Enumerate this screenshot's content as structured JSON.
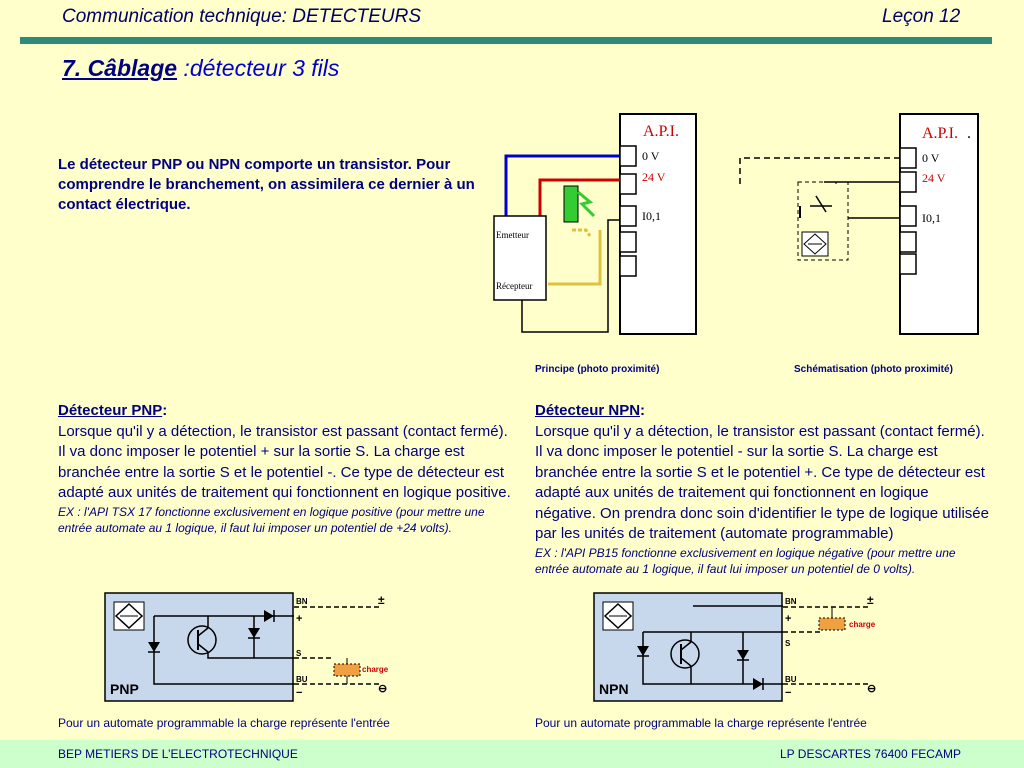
{
  "header": {
    "title": "Communication technique: DETECTEURS",
    "lesson": "Leçon 12"
  },
  "section": {
    "title_strong": "7. Câblage",
    "title_rest": " :détecteur 3 fils"
  },
  "intro": {
    "text": "Le détecteur PNP ou NPN comporte un transistor. Pour comprendre le branchement, on assimilera ce dernier à un contact électrique."
  },
  "api_diagram": {
    "api_label": "A.P.I.",
    "api_label_dot": ".",
    "terminals": [
      "0 V",
      "24 V",
      "I0,1"
    ],
    "emetteur": "Emetteur",
    "recepteur": "Récepteur",
    "caption_principe": "Principe (photo proximité)",
    "caption_schema": "Schématisation (photo proximité)",
    "colors": {
      "blue_wire": "#0000cc",
      "red_wire": "#cc0000",
      "yellow_wire": "#e0c040",
      "green_beam": "#33cc33",
      "api_text": "#cc0000"
    }
  },
  "pnp": {
    "heading": "Détecteur PNP",
    "colon": ":",
    "body": "Lorsque qu'il y a détection, le transistor est passant (contact fermé). Il va donc imposer le potentiel + sur la sortie S. La charge est branchée entre la sortie S et le potentiel -. Ce type de détecteur est adapté aux unités de traitement qui fonctionnent en logique positive.",
    "example": "EX : l'API TSX 17 fonctionne exclusivement en logique positive (pour mettre une entrée automate au 1 logique, il faut lui imposer un potentiel de +24 volts).",
    "diagram": {
      "type_label": "PNP",
      "labels": {
        "bn": "BN",
        "plus": "+",
        "s": "S",
        "bu": "BU",
        "minus": "−",
        "charge": "charge",
        "supply_plus": "±",
        "supply_minus": "⊖"
      }
    },
    "caption": "Pour un automate programmable la charge représente l'entrée"
  },
  "npn": {
    "heading": "Détecteur NPN",
    "colon": ":",
    "body": "Lorsque qu'il y a détection, le transistor est passant (contact fermé). Il va donc imposer le potentiel - sur la sortie S. La charge est branchée entre la sortie S et le potentiel +. Ce type de détecteur est adapté aux unités de traitement qui fonctionnent en logique négative. On prendra donc soin d'identifier le type de logique utilisée par les unités de traitement (automate programmable)",
    "example": "EX : l'API PB15 fonctionne exclusivement en logique négative (pour mettre une entrée automate au 1 logique, il faut lui imposer un potentiel de 0 volts).",
    "diagram": {
      "type_label": "NPN",
      "labels": {
        "bn": "BN",
        "plus": "+",
        "s": "S",
        "bu": "BU",
        "minus": "−",
        "charge": "charge",
        "supply_plus": "±",
        "supply_minus": "⊖"
      }
    },
    "caption": "Pour un automate programmable la charge représente l'entrée"
  },
  "footer": {
    "left": "BEP METIERS DE L’ELECTROTECHNIQUE",
    "right": "LP DESCARTES 76400 FECAMP"
  }
}
